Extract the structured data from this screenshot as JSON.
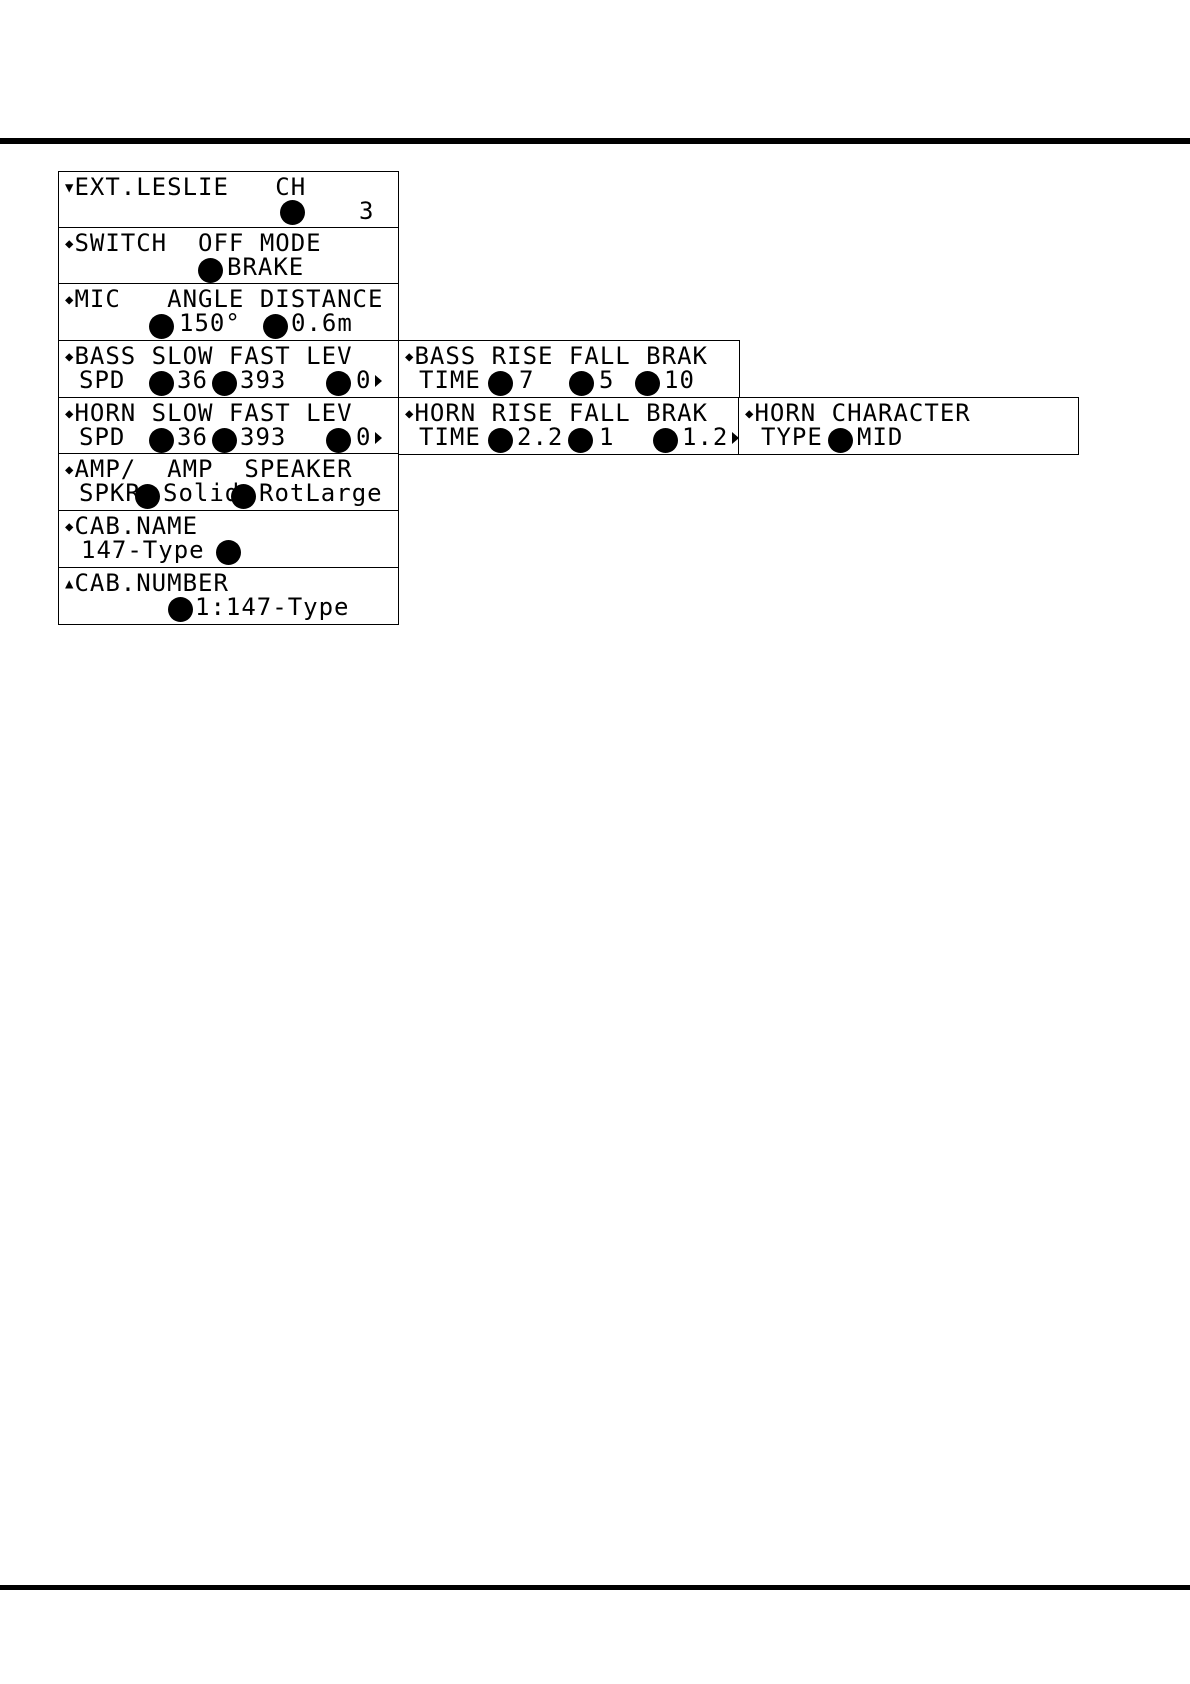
{
  "screens": [
    {
      "id": "ext-leslie",
      "arrow": "▼",
      "line1": "EXT.LESLIE   CH",
      "line2": "           3",
      "dots": [
        [
          0,
          0
        ]
      ],
      "more": false
    },
    {
      "id": "switch",
      "arrow": "◆",
      "line1": "SWITCH  OFF MODE",
      "line2": "       BRAKE",
      "more": false
    },
    {
      "id": "mic",
      "arrow": "◆",
      "line1": "MIC   ANGLE DISTANCE",
      "line2": "     150°  0.6m",
      "more": false
    },
    {
      "id": "bass-spd",
      "arrow": "◆",
      "line1": "BASS SLOW FAST LEV",
      "line2": "SPD  36  393    0",
      "more": true
    },
    {
      "id": "bass-time",
      "arrow": "◆",
      "line1": "BASS RISE FALL BRAK",
      "line2": "TIME 7    5   10",
      "more": false
    },
    {
      "id": "horn-spd",
      "arrow": "◆",
      "line1": "HORN SLOW FAST LEV",
      "line2": "SPD  36  393    0",
      "more": true
    },
    {
      "id": "horn-time",
      "arrow": "◆",
      "line1": "HORN RISE FALL BRAK",
      "line2": "TIME 2.2  1    1.2",
      "more": true
    },
    {
      "id": "horn-character",
      "arrow": "◆",
      "line1": "HORN CHARACTER",
      "line2": "TYPE MID",
      "more": false
    },
    {
      "id": "amp-spkr",
      "arrow": "◆",
      "line1": "AMP/  AMP  SPEAKER",
      "line2": "SPKR Solid RotLarge",
      "more": false
    },
    {
      "id": "cab-name",
      "arrow": "◆",
      "line1": "CAB.NAME",
      "line2": "147-Type",
      "more": false
    },
    {
      "id": "cab-number",
      "arrow": "▲",
      "line1": "CAB.NUMBER",
      "line2": "     1:147-Type",
      "more": false
    }
  ]
}
